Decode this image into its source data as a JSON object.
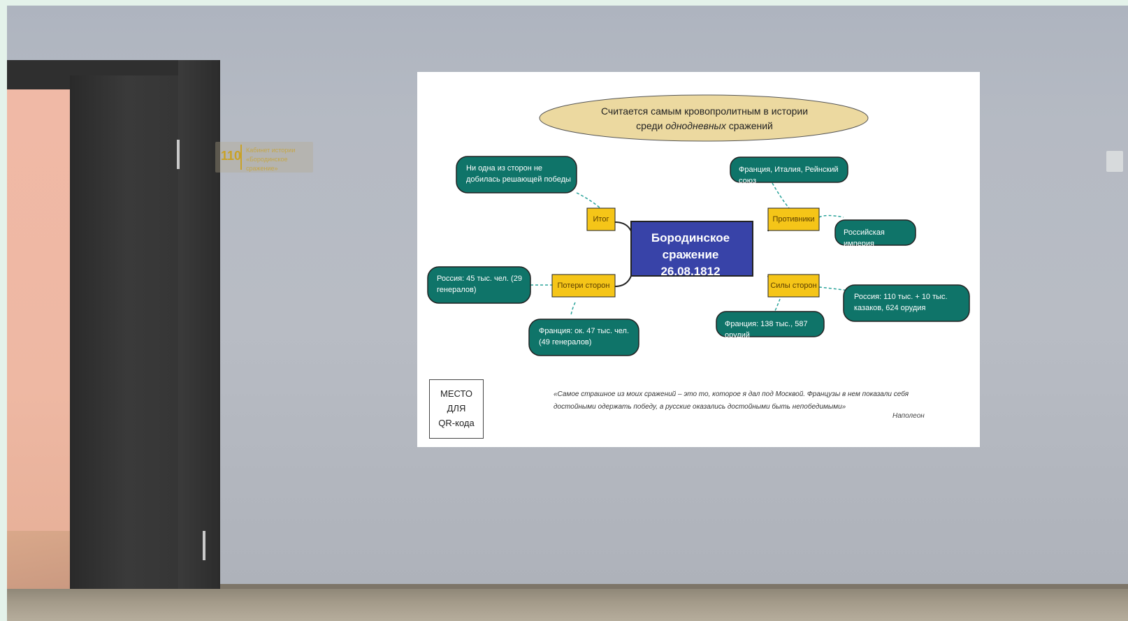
{
  "room_sign": {
    "number": "110",
    "text": "Кабинет истории «Бородинское сражение»"
  },
  "mindmap": {
    "header": {
      "line1": "Считается самым кровопролитным в истории",
      "line2_prefix": "среди",
      "line2_italic": "однодневных",
      "line2_suffix": "сражений"
    },
    "center": {
      "line1": "Бородинское",
      "line2": "сражение 26.08.1812"
    },
    "labels": {
      "result": "Итог",
      "opponents": "Противники",
      "losses": "Потери сторон",
      "forces": "Силы сторон"
    },
    "nodes": {
      "result_value": "Ни одна из сторон не добилась решающей победы",
      "opponents_france": "Франция, Италия, Рейнский союз",
      "opponents_russia": "Российская империя",
      "losses_russia": "Россия: 45 тыс. чел. (29 генералов)",
      "losses_france": "Франция: ок. 47 тыс. чел. (49 генералов)",
      "forces_france": "Франция: 138 тыс., 587 орудий",
      "forces_russia": "Россия: 110 тыс. + 10 тыс. казаков, 624 орудия"
    },
    "qr": {
      "line1": "МЕСТО",
      "line2": "ДЛЯ",
      "line3": "QR-кода"
    },
    "quote": {
      "text": "«Самое страшное из моих сражений – это то, которое я дал под Москвой. Французы в нем показали себя достойными одержать победу, а русские оказались достойными быть непобедимыми»",
      "author": "Наполеон"
    }
  },
  "colors": {
    "teal": "#0f7469",
    "yellow": "#f5c518",
    "navy": "#3843a8",
    "ellipse": "#ecd9a0"
  }
}
